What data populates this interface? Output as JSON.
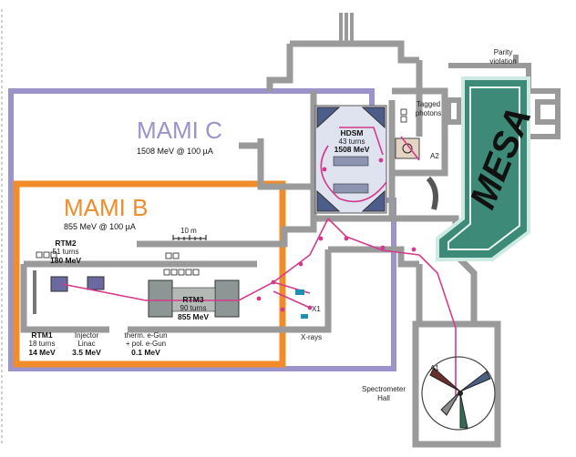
{
  "colors": {
    "mami_c": "#9b93c9",
    "mami_b": "#f08c2a",
    "mesa": "#3e8a78",
    "wall": "#9a9a9a",
    "beam": "#d43a8c"
  },
  "labels": {
    "mami_c": "MAMI C",
    "mami_c_spec": "1508 MeV @ 100 µA",
    "mami_b": "MAMI B",
    "mami_b_spec": "855 MeV @ 100 µA",
    "scale": "10 m",
    "rtm2_name": "RTM2",
    "rtm2_turns": "51 turns",
    "rtm2_energy": "180 MeV",
    "rtm3_name": "RTM3",
    "rtm3_turns": "90 turns",
    "rtm3_energy": "855 MeV",
    "rtm1_name": "RTM1",
    "rtm1_turns": "18 turns",
    "rtm1_energy": "14 MeV",
    "injector_line1": "Injector",
    "injector_line2": "Linac",
    "injector_energy": "3.5 MeV",
    "gun_line1": "therm. e-Gun",
    "gun_line2": "+ pol. e-Gun",
    "gun_energy": "0.1 MeV",
    "hdsm_name": "HDSM",
    "hdsm_turns": "43 turns",
    "hdsm_energy": "1508 MeV",
    "mesa": "MESA",
    "parity_line1": "Parity",
    "parity_line2": "violation",
    "tagged_line1": "Tagged",
    "tagged_line2": "photons",
    "a2": "A2",
    "x1": "X1",
    "xrays": "X-rays",
    "spectrometer_line1": "Spectrometer",
    "spectrometer_line2": "Hall",
    "a1": "A1"
  }
}
